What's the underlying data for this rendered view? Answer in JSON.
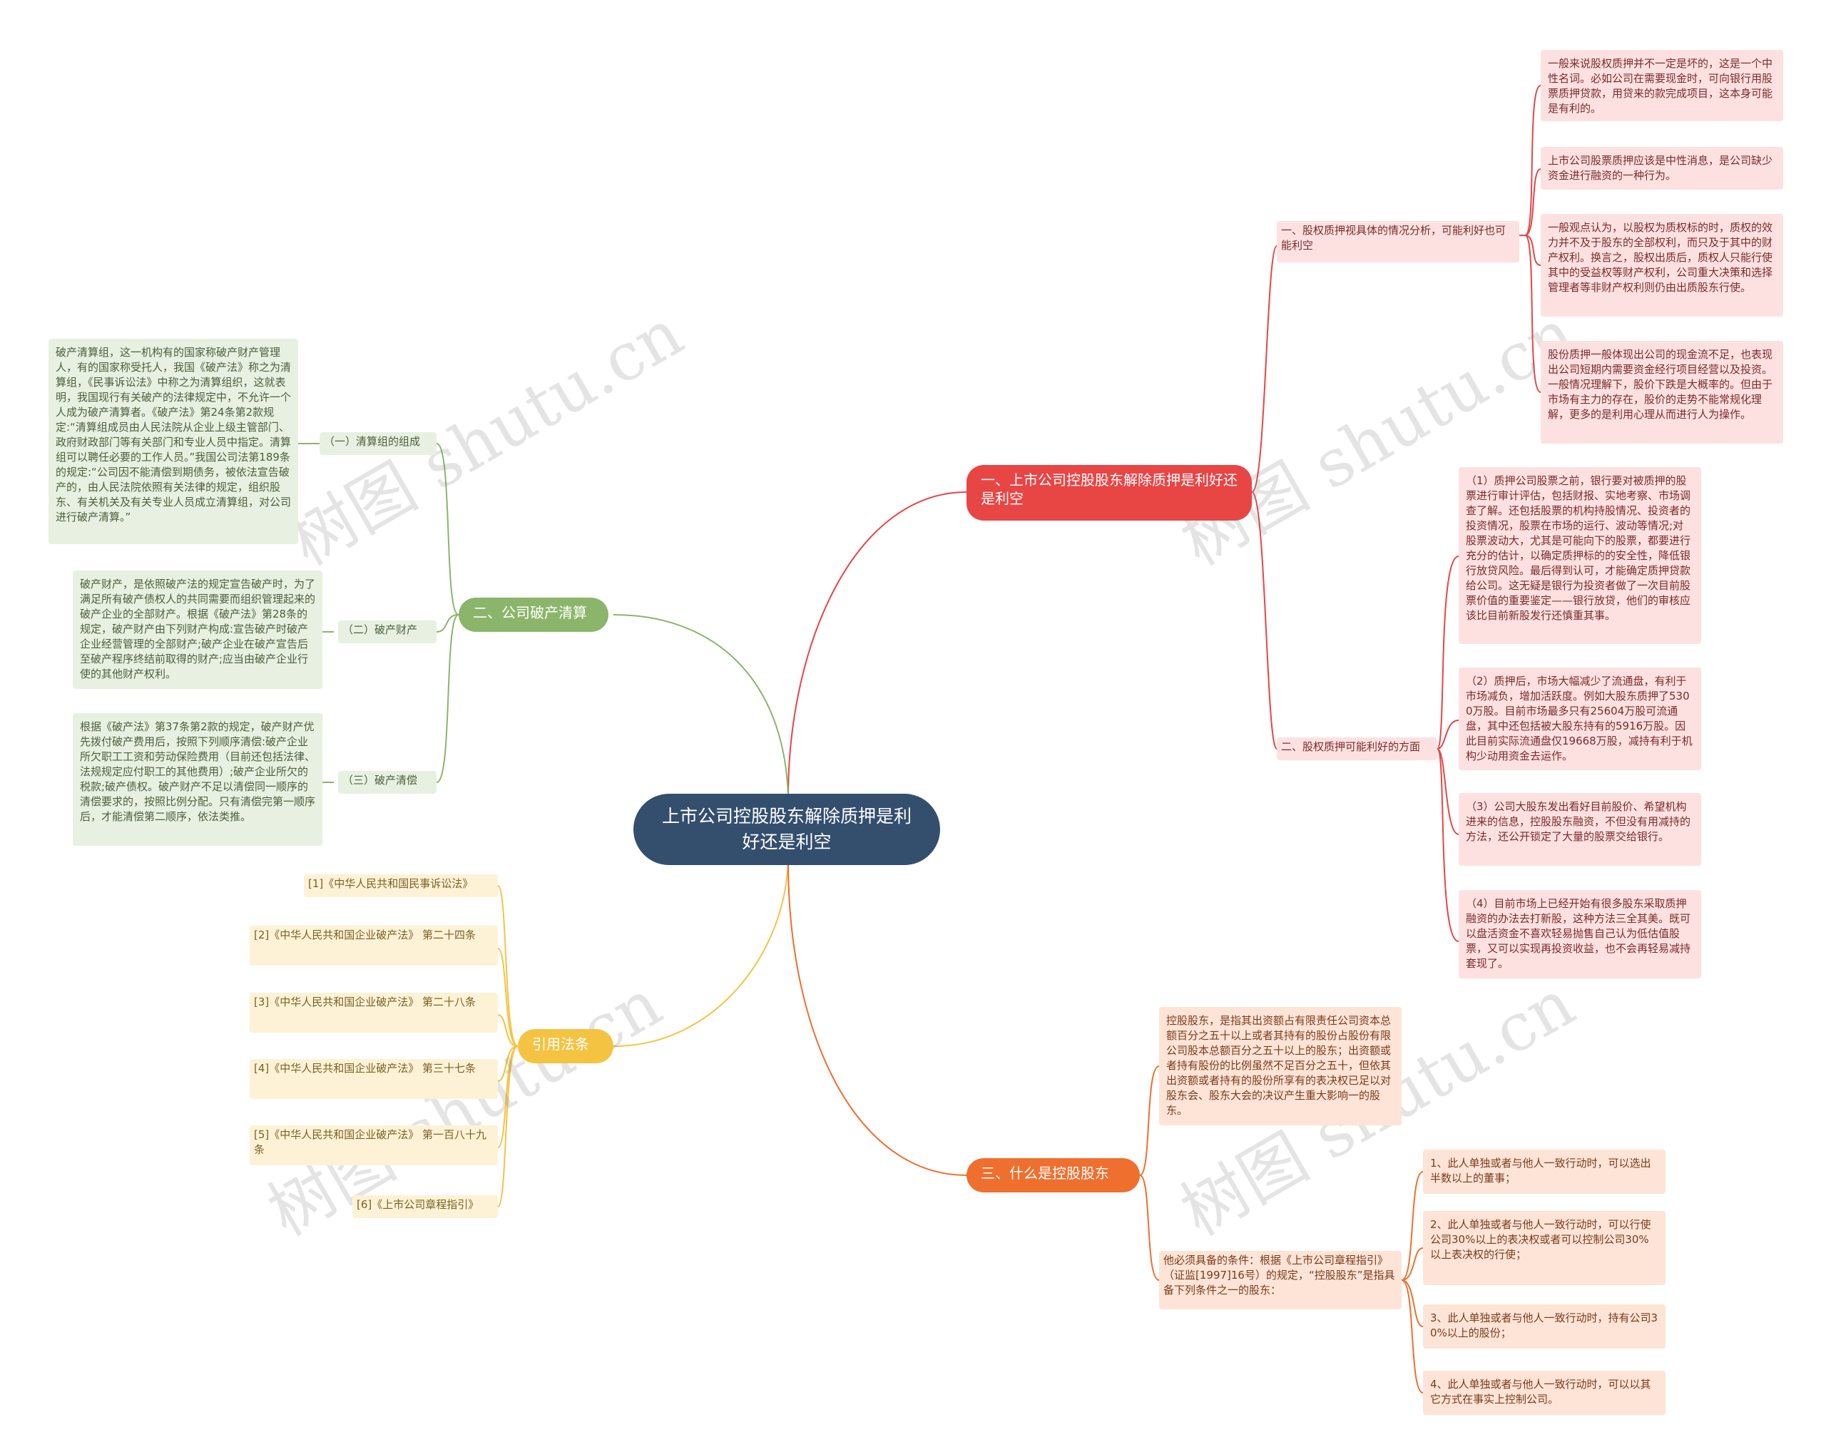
{
  "root": {
    "title": "上市公司控股股东解除质押是利好还是利空"
  },
  "watermark": "树图 shutu.cn",
  "colors": {
    "root": "#344e6e",
    "red": "#e84545",
    "green": "#8cb56c",
    "yellow": "#f5c342",
    "orange": "#ef6f2e"
  },
  "branch1": {
    "label": "一、上市公司控股股东解除质押是利好还是利空",
    "sub1": {
      "label": "一、股权质押视具体的情况分析，可能利好也可能利空",
      "items": [
        "一般来说股权质押并不一定是坏的，这是一个中性名词。必如公司在需要现金时，可向银行用股票质押贷款，用贷来的款完成项目，这本身可能是有利的。",
        "上市公司股票质押应该是中性消息，是公司缺少资金进行融资的一种行为。",
        "一般观点认为，以股权为质权标的时，质权的效力并不及于股东的全部权利，而只及于其中的财产权利。换言之，股权出质后，质权人只能行使其中的受益权等财产权利，公司重大决策和选择管理者等非财产权利则仍由出质股东行使。",
        "股份质押一般体现出公司的现金流不足，也表现出公司短期内需要资金经行项目经营以及投资。一般情况理解下，股价下跌是大概率的。但由于市场有主力的存在，股价的走势不能常规化理解，更多的是利用心理从而进行人为操作。"
      ]
    },
    "sub2": {
      "label": "二、股权质押可能利好的方面",
      "items": [
        "（1）质押公司股票之前，银行要对被质押的股票进行审计评估，包括财报、实地考察、市场调查了解。还包括股票的机构持股情况、投资者的投资情况，股票在市场的运行、波动等情况;对股票波动大，尤其是可能向下的股票，都要进行充分的估计，以确定质押标的的安全性，降低银行放贷风险。最后得到认可，才能确定质押贷款给公司。这无疑是银行为投资者做了一次目前股票价值的重要鉴定——银行放贷，他们的审核应该比目前新股发行还慎重其事。",
        "（2）质押后，市场大幅减少了流通盘，有利于市场减负，增加活跃度。例如大股东质押了5300万股。目前市场最多只有25604万股可流通盘，其中还包括被大股东持有的5916万股。因此目前实际流通盘仅19668万股，减持有利于机构少动用资金去运作。",
        "（3）公司大股东发出看好目前股价、希望机构进来的信息，控股股东融资，不但没有用减持的方法，还公开锁定了大量的股票交给银行。",
        "（4）目前市场上已经开始有很多股东采取质押融资的办法去打新股，这种方法三全其美。既可以盘活资金不喜欢轻易抛售自己认为低估值股票，又可以实现再投资收益，也不会再轻易减持套现了。"
      ]
    }
  },
  "branch2": {
    "label": "二、公司破产清算",
    "subs": [
      {
        "label": "（一）清算组的组成",
        "text": "破产清算组，这一机构有的国家称破产财产管理人，有的国家称受托人，我国《破产法》称之为清算组，《民事诉讼法》中称之为清算组织，这就表明，我国现行有关破产的法律规定中，不允许一个人成为破产清算者。《破产法》第24条第2款规定:“清算组成员由人民法院从企业上级主管部门、政府财政部门等有关部门和专业人员中指定。清算组可以聘任必要的工作人员。”我国公司法第189条的规定:“公司因不能清偿到期债务，被依法宣告破产的，由人民法院依照有关法律的规定，组织股东、有关机关及有关专业人员成立清算组，对公司进行破产清算。”"
      },
      {
        "label": "（二）破产财产",
        "text": "破产财产，是依照破产法的规定宣告破产时，为了满足所有破产债权人的共同需要而组织管理起来的破产企业的全部财产。根据《破产法》第28条的规定，破产财产由下列财产构成:宣告破产时破产企业经营管理的全部财产;破产企业在破产宣告后至破产程序终结前取得的财产;应当由破产企业行使的其他财产权利。"
      },
      {
        "label": "（三）破产清偿",
        "text": "根据《破产法》第37条第2款的规定，破产财产优先拨付破产费用后，按照下列顺序清偿:破产企业所欠职工工资和劳动保险费用（目前还包括法律、法规规定应付职工的其他费用）;破产企业所欠的税款;破产债权。破产财产不足以清偿同一顺序的清偿要求的，按照比例分配。只有清偿完第一顺序后，才能清偿第二顺序，依法类推。"
      }
    ]
  },
  "branch3": {
    "label": "引用法条",
    "items": [
      "[1]《中华人民共和国民事诉讼法》",
      "[2]《中华人民共和国企业破产法》 第二十四条",
      "[3]《中华人民共和国企业破产法》 第二十八条",
      "[4]《中华人民共和国企业破产法》 第三十七条",
      "[5]《中华人民共和国企业破产法》 第一百八十九条",
      "[6]《上市公司章程指引》"
    ]
  },
  "branch4": {
    "label": "三、什么是控股股东",
    "def": "控股股东，是指其出资额占有限责任公司资本总额百分之五十以上或者其持有的股份占股份有限公司股本总额百分之五十以上的股东；出资额或者持有股份的比例虽然不足百分之五十，但依其出资额或者持有的股份所享有的表决权已足以对股东会、股东大会的决议产生重大影响一的股东。",
    "cond": {
      "label": "他必须具备的条件：根据《上市公司章程指引》（证监[1997]16号）的规定，“控股股东”是指具备下列条件之一的股东：",
      "items": [
        "1、此人单独或者与他人一致行动时，可以选出半数以上的董事；",
        "2、此人单独或者与他人一致行动时，可以行使公司30%以上的表决权或者可以控制公司30%以上表决权的行使；",
        "3、此人单独或者与他人一致行动时，持有公司30%以上的股份；",
        "4、此人单独或者与他人一致行动时，可以以其它方式在事实上控制公司。"
      ]
    }
  }
}
